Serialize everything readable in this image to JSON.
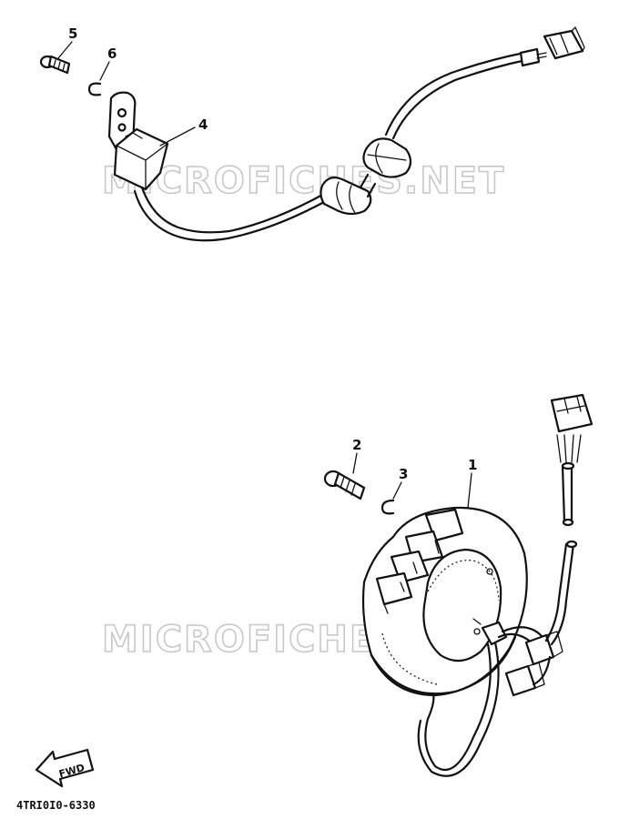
{
  "callouts": {
    "c1": "1",
    "c2": "2",
    "c3": "3",
    "c4": "4",
    "c5": "5",
    "c6": "6"
  },
  "watermark": {
    "text": "MICROFICHES.NET"
  },
  "direction_badge": {
    "label": "FWD"
  },
  "drawing_code": "4TRI0I0-6330"
}
